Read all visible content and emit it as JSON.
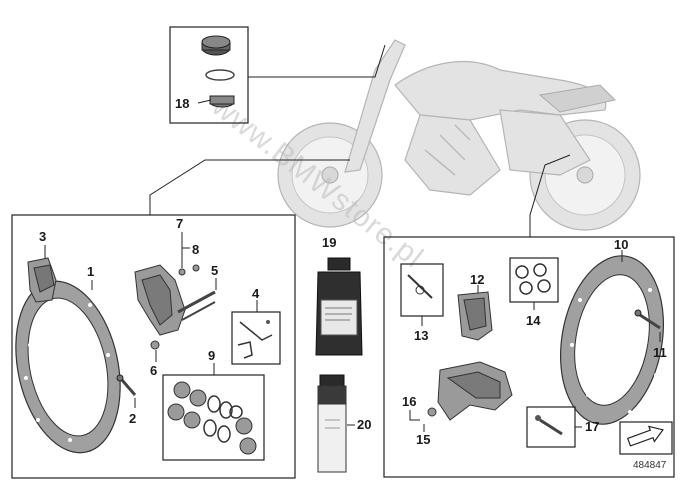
{
  "callouts": {
    "c1": "1",
    "c2": "2",
    "c3": "3",
    "c4": "4",
    "c5": "5",
    "c6": "6",
    "c7": "7",
    "c8": "8",
    "c9": "9",
    "c10": "10",
    "c11": "11",
    "c12": "12",
    "c13": "13",
    "c14": "14",
    "c15": "15",
    "c16": "16",
    "c17": "17",
    "c18": "18",
    "c19": "19",
    "c20": "20"
  },
  "reference_number": "484847",
  "watermark": "www.BMWstore.pl",
  "colors": {
    "line": "#222222",
    "part": "#9a9a9a",
    "bike": "#e3e3e3",
    "background": "#ffffff"
  },
  "icons": [
    "motorcycle-illustration",
    "brake-disc-icon",
    "brake-caliper-icon",
    "brake-fluid-bottle-icon",
    "spray-can-icon",
    "arrow-icon"
  ]
}
